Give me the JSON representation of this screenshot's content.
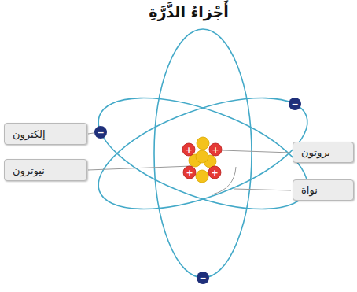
{
  "diagram": {
    "title": "أَجْزاءُ الذَّرَّةِ",
    "nodes": [
      {
        "text": [
          "إلكترون"
        ]
      },
      {
        "text": [
          "بروتون"
        ]
      },
      {
        "text": [
          "نيوترون"
        ]
      },
      {
        "text": [
          "نواة"
        ]
      }
    ],
    "labels": [
      "+",
      "+",
      "+",
      "+",
      "−",
      "−",
      "−"
    ]
  }
}
